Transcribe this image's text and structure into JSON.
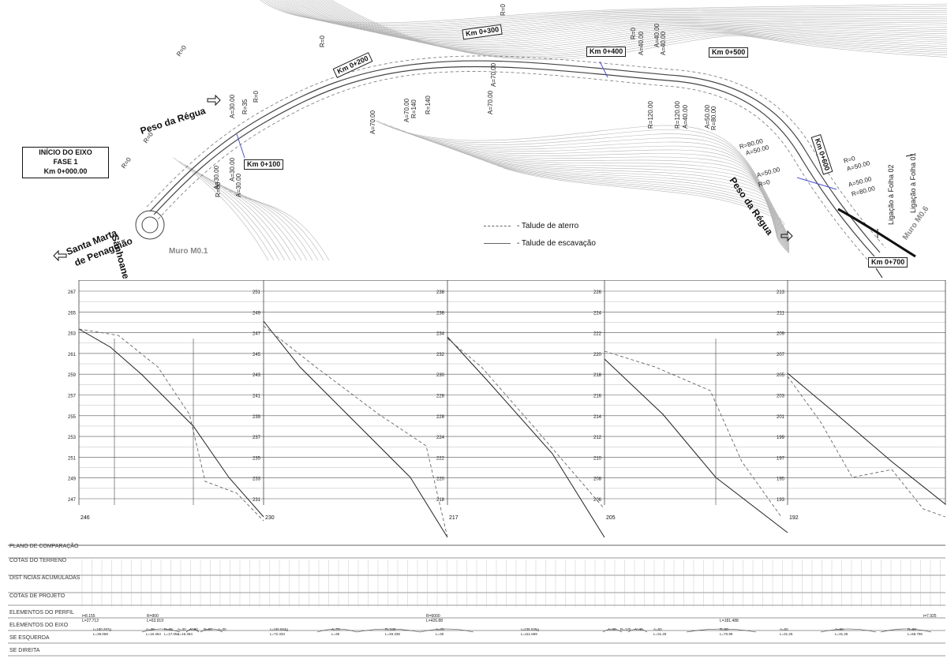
{
  "plan": {
    "start_box": {
      "line1": "INÍCIO DO EIXO",
      "line2": "FASE 1",
      "line3": "Km 0+000.00"
    },
    "km_tags": [
      "Km 0+100",
      "Km 0+200",
      "Km 0+300",
      "Km 0+400",
      "Km 0+500",
      "Km 0+600",
      "Km 0+700"
    ],
    "directions": {
      "peso_regua_top": "Peso da Régua",
      "peso_regua_right": "Peso da Régua",
      "santa_marta_1": "Santa Marta",
      "santa_marta_2": "de Penaguião",
      "sanhoane": "Sanhoane"
    },
    "walls": {
      "muro_01": "Muro M0.1",
      "muro_06": "Muro M0.6"
    },
    "connections": {
      "folha_02": "Ligação à Folha 02",
      "folha_01": "Ligação à Folha 01"
    },
    "curve_labels": [
      "R=0",
      "R=0",
      "R=0",
      "R=0",
      "A=30.00",
      "R=35",
      "A=30.00",
      "A=30.00",
      "R=80",
      "A=30.00",
      "R=0",
      "A=70.00",
      "A=70.00",
      "R=140",
      "R=140",
      "A=70.00",
      "A=70.00",
      "R=0",
      "R=0",
      "A=40.00",
      "R=120.00",
      "A=40.00",
      "A=40.00",
      "R=120.00",
      "A=40.00",
      "A=50.00",
      "R=80.00",
      "R=80.00",
      "A=50.00",
      "A=50.00",
      "R=0",
      "R=0",
      "A=50.00",
      "A=50.00",
      "R=80.00"
    ],
    "legend": {
      "fill": "- Talude de aterro",
      "cut": "- Talude de escavação"
    }
  },
  "profile": {
    "segments": [
      {
        "y_ticks": [
          "267",
          "265",
          "263",
          "261",
          "259",
          "257",
          "255",
          "253",
          "251",
          "249",
          "247"
        ],
        "plane": "246"
      },
      {
        "y_ticks": [
          "251",
          "249",
          "247",
          "245",
          "243",
          "241",
          "239",
          "237",
          "235",
          "233",
          "231"
        ],
        "plane": "230"
      },
      {
        "y_ticks": [
          "238",
          "236",
          "234",
          "232",
          "230",
          "228",
          "226",
          "224",
          "222",
          "220",
          "218"
        ],
        "plane": "217"
      },
      {
        "y_ticks": [
          "226",
          "224",
          "222",
          "220",
          "218",
          "216",
          "214",
          "212",
          "210",
          "208",
          "206"
        ],
        "plane": "205"
      },
      {
        "y_ticks": [
          "213",
          "211",
          "209",
          "207",
          "205",
          "203",
          "201",
          "199",
          "197",
          "195",
          "193"
        ],
        "plane": "192"
      }
    ],
    "band_titles": {
      "plane": "PLANO DE COMPARAÇÃO",
      "terrain": "COTAS DO TERRENO",
      "distances": "DIST NCIAS ACUMULADAS",
      "design": "COTAS DE PROJETO",
      "profile_elements": "ELEMENTOS DO PERFIL",
      "axis_elements": "ELEMENTOS DO EIXO",
      "left_se": "SE ESQUERDA",
      "right_se": "SE DIREITA"
    },
    "profile_element_labels": [
      "i=8.155",
      "L=27.712",
      "R=900",
      "L=63.919",
      "R=6000",
      "L=426.88",
      "L=181.488",
      "i=7.925"
    ],
    "axis_element_labels": [
      "r=180.297g",
      "L=36.068",
      "A=30",
      "L=16.364",
      "R=35",
      "L=17.054",
      "A=30",
      "L=16.364",
      "A=30",
      "R=80",
      "A=30",
      "r=199.684g",
      "L=72.333",
      "A=70",
      "L=35",
      "R=140",
      "L=49.338",
      "A=70",
      "L=35",
      "r=238.035g",
      "L=111.659",
      "A=40",
      "R=120",
      "A=40",
      "A=50",
      "L=31.25",
      "R=80",
      "L=70.99",
      "A=50",
      "L=31.25",
      "A=50",
      "L=31.25",
      "R=80",
      "L=58.796"
    ]
  }
}
